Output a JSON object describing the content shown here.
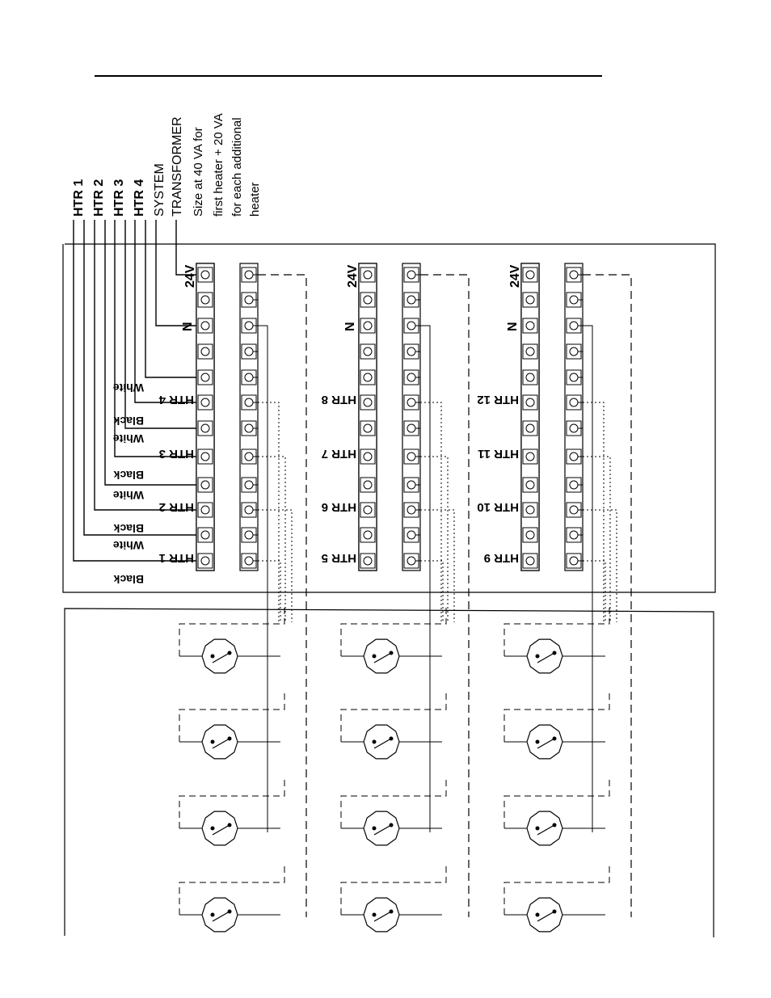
{
  "header_lines": {
    "htr1": "HTR 1",
    "htr2": "HTR 2",
    "htr3": "HTR 3",
    "htr4": "HTR 4",
    "system": "SYSTEM",
    "transformer": "TRANSFORMER",
    "size1": "Size at 40 VA for",
    "size2": "first heater + 20 VA",
    "size3": "for each additional",
    "size4": "heater"
  },
  "terminal_labels": {
    "v24": "24V",
    "n": "N",
    "white": "White",
    "black": "Black"
  },
  "boards": [
    {
      "htr": [
        "HTR 1",
        "HTR 2",
        "HTR 3",
        "HTR 4"
      ]
    },
    {
      "htr": [
        "HTR 5",
        "HTR 6",
        "HTR 7",
        "HTR 8"
      ]
    },
    {
      "htr": [
        "HTR 9",
        "HTR 10",
        "HTR 11",
        "HTR 12"
      ]
    }
  ],
  "colors": {
    "ink": "#000000",
    "background": "#ffffff"
  }
}
